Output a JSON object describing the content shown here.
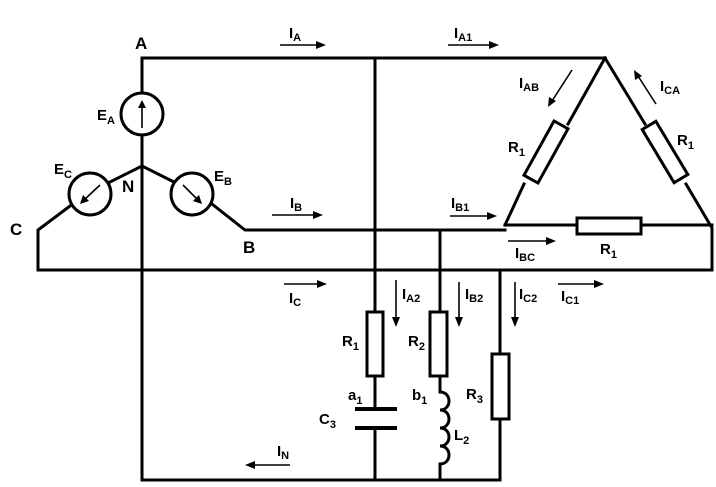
{
  "nodes": {
    "A": "A",
    "B": "B",
    "C": "C",
    "N": "N"
  },
  "sources": [
    {
      "id": "EA",
      "main": "E",
      "sub": "A"
    },
    {
      "id": "EB",
      "main": "E",
      "sub": "B"
    },
    {
      "id": "EC",
      "main": "E",
      "sub": "C"
    }
  ],
  "currents": {
    "IA": {
      "main": "I",
      "sub": "A"
    },
    "IA1": {
      "main": "I",
      "sub": "A1"
    },
    "IAB": {
      "main": "I",
      "sub": "AB"
    },
    "ICA": {
      "main": "I",
      "sub": "CA"
    },
    "IB": {
      "main": "I",
      "sub": "B"
    },
    "IB1": {
      "main": "I",
      "sub": "B1"
    },
    "IBC": {
      "main": "I",
      "sub": "BC"
    },
    "IC": {
      "main": "I",
      "sub": "C"
    },
    "IC1": {
      "main": "I",
      "sub": "C1"
    },
    "IA2": {
      "main": "I",
      "sub": "A2"
    },
    "IB2": {
      "main": "I",
      "sub": "B2"
    },
    "IC2": {
      "main": "I",
      "sub": "C2"
    },
    "IN": {
      "main": "I",
      "sub": "N"
    }
  },
  "components": {
    "R1_ab": {
      "main": "R",
      "sub": "1"
    },
    "R1_ca": {
      "main": "R",
      "sub": "1"
    },
    "R1_bc": {
      "main": "R",
      "sub": "1"
    },
    "R1_a": {
      "main": "R",
      "sub": "1"
    },
    "R2": {
      "main": "R",
      "sub": "2"
    },
    "R3": {
      "main": "R",
      "sub": "3"
    },
    "C3": {
      "main": "C",
      "sub": "3"
    },
    "L2": {
      "main": "L",
      "sub": "2"
    },
    "a1": {
      "main": "a",
      "sub": "1"
    },
    "b1": {
      "main": "b",
      "sub": "1"
    }
  }
}
